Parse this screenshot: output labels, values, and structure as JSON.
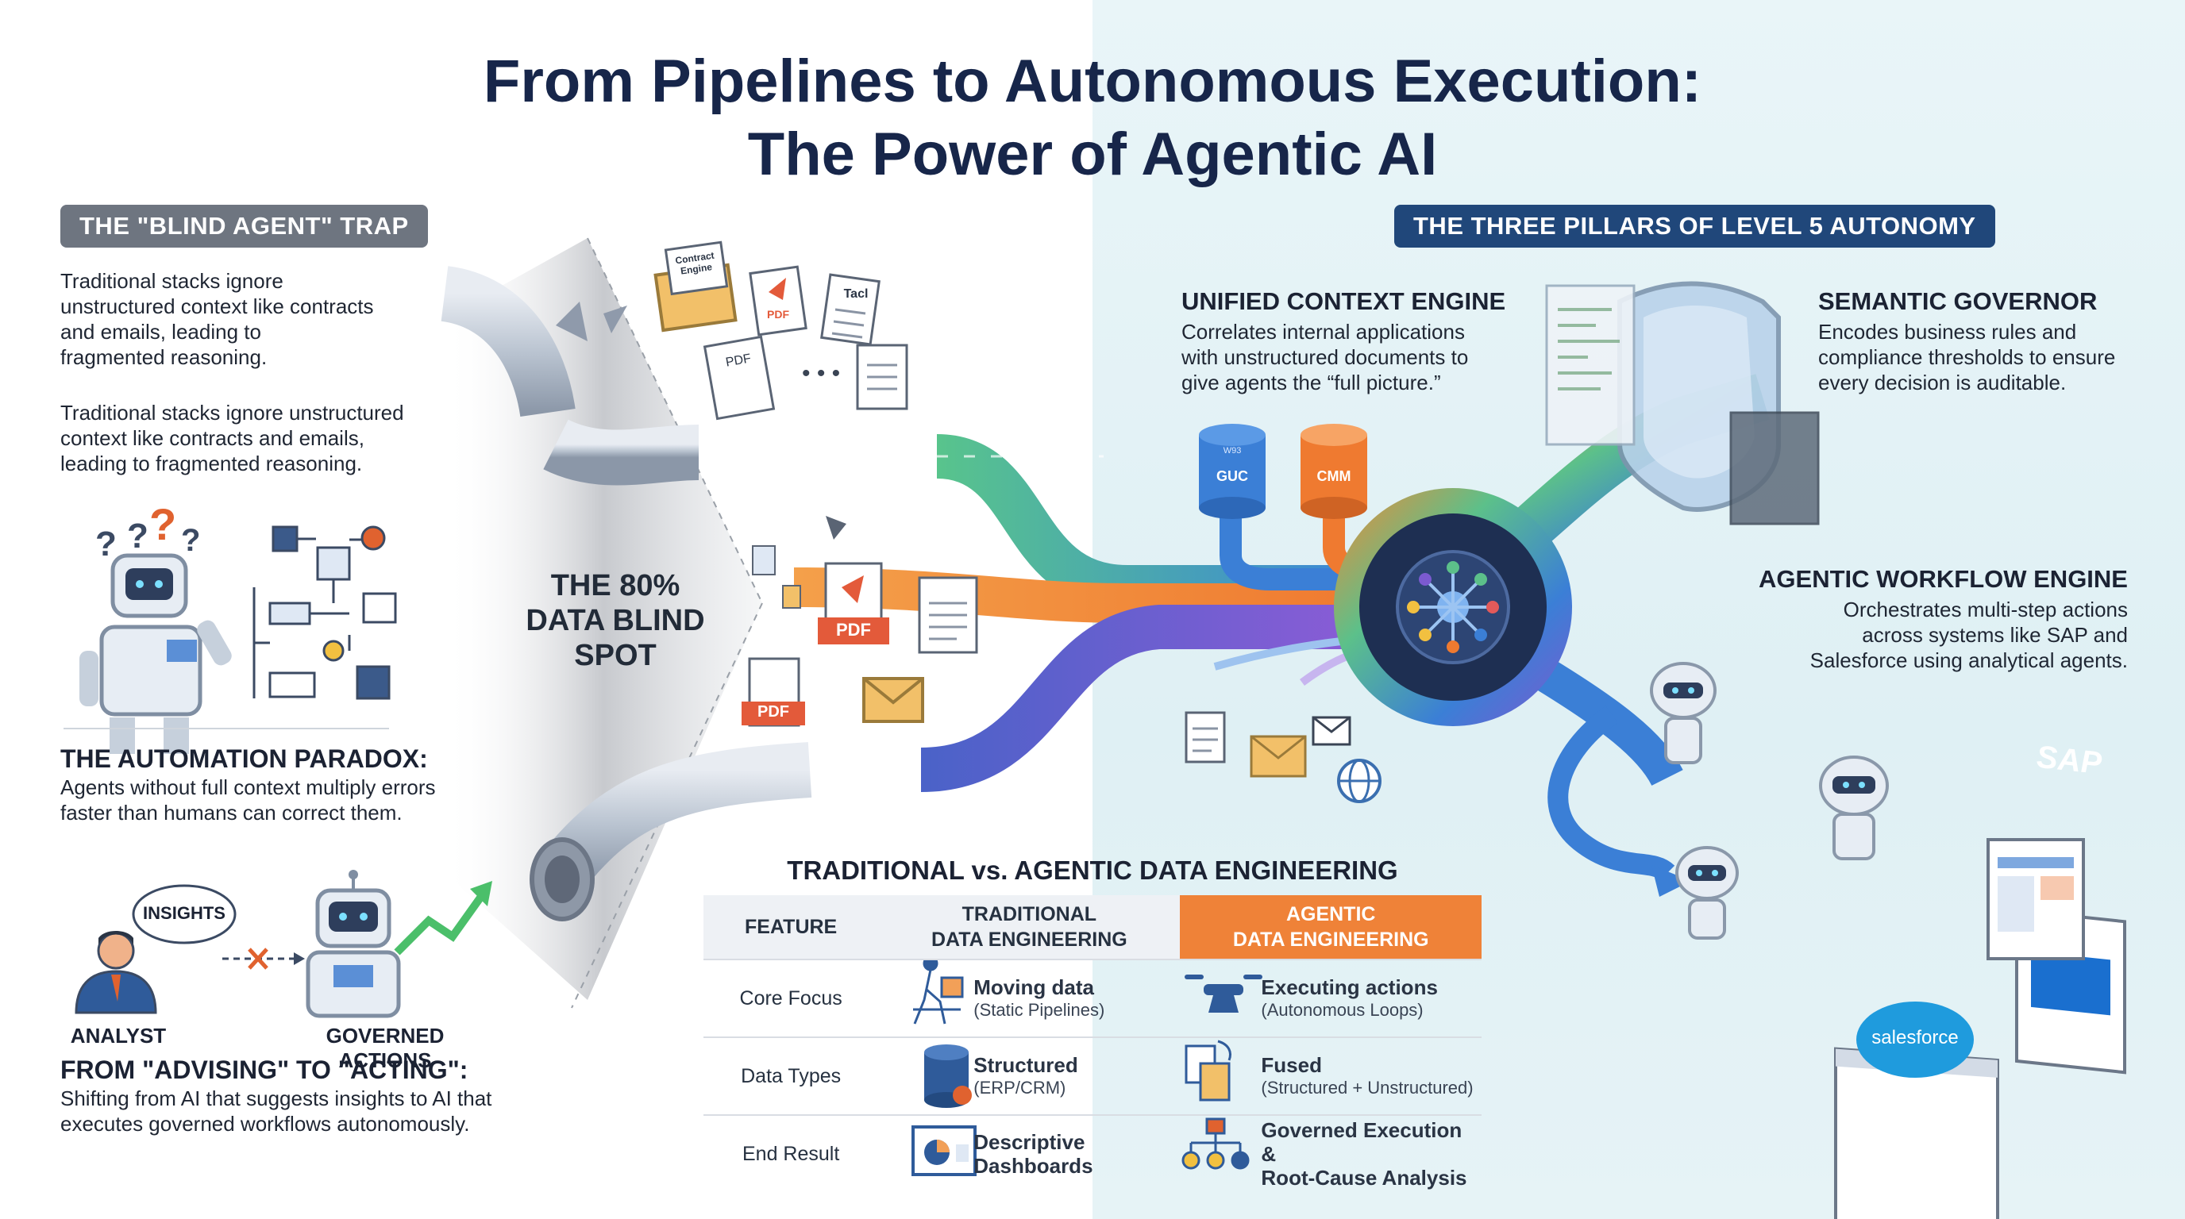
{
  "title": {
    "line1": "From Pipelines to Autonomous Execution:",
    "line2": "The Power of Agentic AI"
  },
  "left": {
    "trap_pill": "THE \"BLIND AGENT\" TRAP",
    "trap_text_1": [
      "Traditional stacks ignore",
      "unstructured context like contracts",
      "and emails, leading to",
      "fragmented reasoning."
    ],
    "trap_text_2": [
      "Traditional stacks ignore unstructured",
      "context like contracts and emails,",
      "leading to fragmented reasoning."
    ],
    "paradox_title": "THE AUTOMATION PARADOX:",
    "paradox_text": [
      "Agents without full context multiply errors",
      "faster than humans can correct them."
    ],
    "insights_bubble": "INSIGHTS",
    "analyst_label": "ANALYST",
    "governed_label": "GOVERNED ACTIONS",
    "acting_title": "FROM \"ADVISING\" TO \"ACTING\":",
    "acting_text": [
      "Shifting from AI that suggests insights to AI that",
      "executes governed workflows autonomously."
    ]
  },
  "blind_spot": [
    "THE 80%",
    "DATA BLIND",
    "SPOT"
  ],
  "doc_labels": {
    "envelope": [
      "Contract",
      "Engine"
    ],
    "pdf": "PDF",
    "text_doc": "Tacl",
    "db1": "GUC",
    "db2": "CMM",
    "db_top": "W93"
  },
  "right": {
    "pillars_pill": "THE THREE PILLARS OF LEVEL 5 AUTONOMY",
    "unified_title": "UNIFIED CONTEXT ENGINE",
    "unified_text": [
      "Correlates internal applications",
      "with unstructured documents to",
      "give agents the “full picture.”"
    ],
    "semantic_title": "SEMANTIC GOVERNOR",
    "semantic_text": [
      "Encodes business rules and",
      "compliance thresholds to ensure",
      "every decision is auditable."
    ],
    "workflow_title": "AGENTIC WORKFLOW ENGINE",
    "workflow_text": [
      "Orchestrates multi-step actions",
      "across systems like SAP and",
      "Salesforce using analytical agents."
    ],
    "sap_logo": "SAP",
    "salesforce_logo": "salesforce"
  },
  "comparison": {
    "title": "TRADITIONAL vs. AGENTIC DATA ENGINEERING",
    "headers": {
      "feature": "FEATURE",
      "traditional": [
        "TRADITIONAL",
        "DATA ENGINEERING"
      ],
      "agentic": [
        "AGENTIC",
        "DATA ENGINEERING"
      ]
    },
    "rows": [
      {
        "feature": "Core Focus",
        "trad_main": "Moving data",
        "trad_sub": "(Static Pipelines)",
        "agent_main": "Executing actions",
        "agent_sub": "(Autonomous Loops)"
      },
      {
        "feature": "Data Types",
        "trad_main": "Structured",
        "trad_sub": "(ERP/CRM)",
        "agent_main": "Fused",
        "agent_sub": "(Structured + Unstructured)"
      },
      {
        "feature": "End Result",
        "trad_main": "Descriptive",
        "trad_sub": "Dashboards",
        "agent_main": "Governed Execution &",
        "agent_sub": "Root-Cause Analysis"
      }
    ]
  },
  "colors": {
    "navy": "#17264a",
    "pill_gray": "#6e7580",
    "pill_navy": "#20477a",
    "accent_orange": "#ef8238",
    "pipe_green": "#4bbf8a",
    "pipe_blue": "#3b7fd6",
    "pipe_purple": "#6b55c9"
  }
}
